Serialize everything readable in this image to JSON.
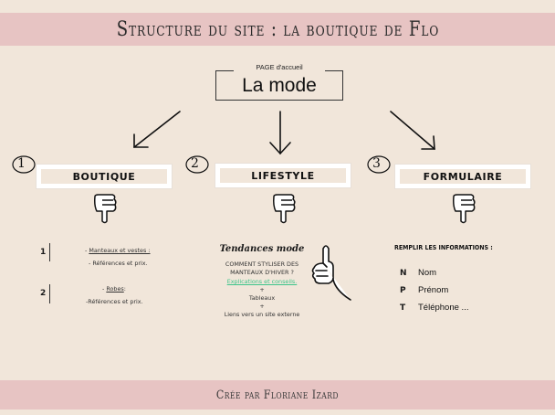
{
  "header": {
    "title": "Structure du site : la boutique de Flo"
  },
  "home": {
    "caption": "PAGE d'accueil",
    "title": "La mode"
  },
  "sections": [
    {
      "number": "1",
      "label": "BOUTIQUE"
    },
    {
      "number": "2",
      "label": "LIFESTYLE"
    },
    {
      "number": "3",
      "label": "FORMULAIRE"
    }
  ],
  "boutique": {
    "items": [
      {
        "number": "1",
        "title_prefix": "- ",
        "title": "Manteaux et vestes :",
        "sub": "- Références et prix."
      },
      {
        "number": "2",
        "title_prefix": "- ",
        "title": "Robes",
        "title_suffix": ":",
        "sub": "-Références et prix."
      }
    ]
  },
  "lifestyle": {
    "heading": "Tendances mode",
    "line1": "COMMENT STYLISER DES",
    "line2": "MANTEAUX D'HIVER ?",
    "link": "Explications et conseils.",
    "plus1": "+",
    "line3": "Tableaux",
    "plus2": "+",
    "line4": "Liens vers un site externe"
  },
  "formulaire": {
    "heading": "REMPLIR LES INFORMATIONS :",
    "fields": [
      {
        "letter": "N",
        "label": "Nom"
      },
      {
        "letter": "P",
        "label": "Prénom"
      },
      {
        "letter": "T",
        "label": "Téléphone ..."
      }
    ]
  },
  "footer": {
    "credit": "Crée par Floriane Izard"
  }
}
